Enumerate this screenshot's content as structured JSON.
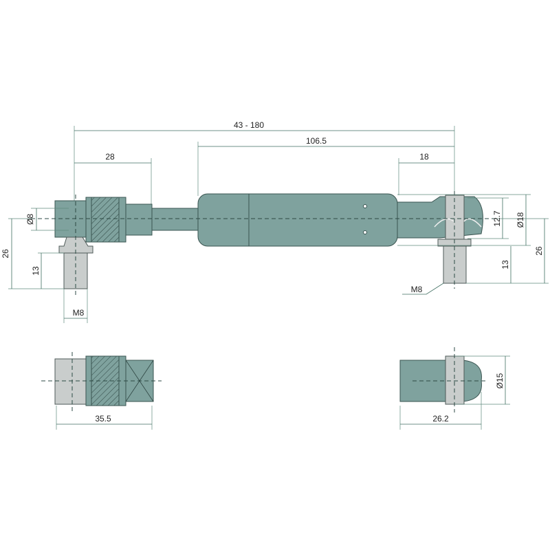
{
  "title": "Gas spring dimensional drawing",
  "colors": {
    "body": "#7fa29e",
    "fitting": "#c9cdcc",
    "dimension_line": "#3f6e60"
  },
  "dimensions": {
    "stroke_range": "43 - 180",
    "body_length": "106.5",
    "left_eye_offset": "28",
    "right_eye_offset": "18",
    "rod_diameter": "Ø8",
    "left_height": "26",
    "left_stud_length": "13",
    "left_thread": "M8",
    "right_socket_height": "12.7",
    "body_diameter": "Ø18",
    "right_height": "26",
    "right_stud_length": "13",
    "right_thread": "M8",
    "left_view_length": "35.5",
    "right_view_diameter": "Ø15",
    "right_view_length": "26.2"
  }
}
